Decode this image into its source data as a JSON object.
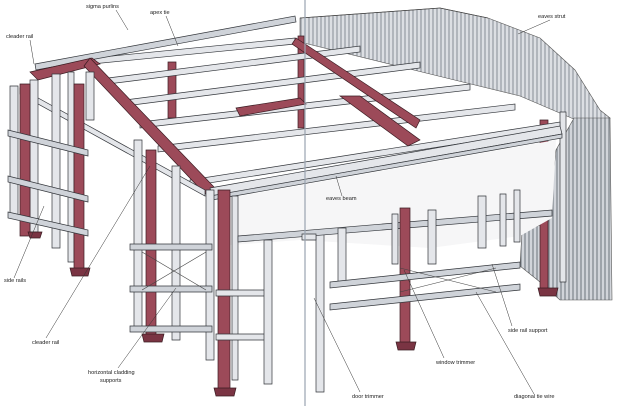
{
  "labels": {
    "sigma_purlins": "sigma purlins",
    "apex_tie": "apex tie",
    "cleader_rail_top": "cleader rail",
    "eaves_strut": "eaves strut",
    "eaves_beam": "eaves beam",
    "side_rails": "side rails",
    "cleader_rail_bottom": "cleader rail",
    "horizontal_cladding_supports_1": "horizontal cladding",
    "horizontal_cladding_supports_2": "supports",
    "side_rail_support": "side rail support",
    "window_trimmer": "window trimmer",
    "diagonal_tie_wire": "diagonal tie wire",
    "door_trimmer": "door trimmer"
  },
  "colors": {
    "steel": "#e4e6ea",
    "rafter_red": "#9c4a59",
    "cladding": "#c9ccd1",
    "divider": "#9aa4b0"
  }
}
